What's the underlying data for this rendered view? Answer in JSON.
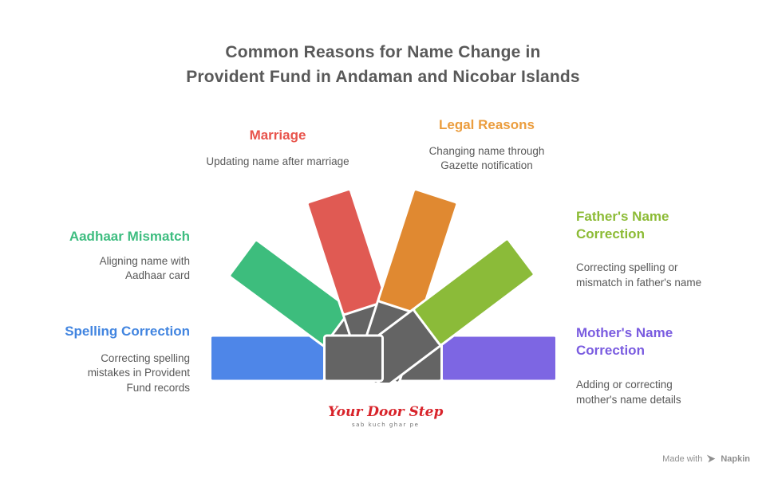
{
  "title": {
    "line1": "Common Reasons for Name Change in",
    "line2": "Provident Fund in Andaman and Nicobar Islands"
  },
  "items": [
    {
      "id": "marriage",
      "label": "Marriage",
      "description": "Updating name after marriage",
      "color": "#e05a53",
      "heading_color": "#e8534b"
    },
    {
      "id": "legal-reasons",
      "label": "Legal Reasons",
      "description": "Changing name through Gazette notification",
      "color": "#e08931",
      "heading_color": "#eb9d3e"
    },
    {
      "id": "aadhaar-mismatch",
      "label": "Aadhaar Mismatch",
      "description": "Aligning name with Aadhaar card",
      "color": "#3dbd7d",
      "heading_color": "#3ebd80"
    },
    {
      "id": "fathers-name-correction",
      "label": "Father's Name Correction",
      "description": "Correcting spelling or mismatch in father's name",
      "color": "#8bbb39",
      "heading_color": "#8cbb35"
    },
    {
      "id": "spelling-correction",
      "label": "Spelling Correction",
      "description": "Correcting spelling mistakes in Provident Fund records",
      "color": "#4e86e8",
      "heading_color": "#4285e0"
    },
    {
      "id": "mothers-name-correction",
      "label": "Mother's Name Correction",
      "description": "Adding or correcting mother's name details",
      "color": "#7d66e3",
      "heading_color": "#7a5ce0"
    }
  ],
  "colors": {
    "card_back_gray": "#646464",
    "card_stroke": "#ffffff",
    "title_text": "#595959",
    "body_text": "#595959",
    "footer_text": "#8f8f8f",
    "logo_red": "#d8232a"
  },
  "logo": {
    "name": "Your Door Step",
    "tagline": "sab kuch ghar pe",
    "icon": "house-icon"
  },
  "footer": {
    "made_with": "Made with",
    "brand": "Napkin",
    "icon": "napkin-logo-icon"
  }
}
